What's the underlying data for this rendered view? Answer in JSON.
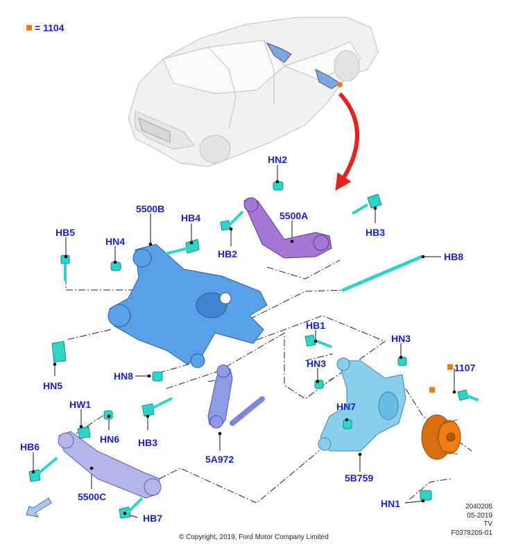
{
  "legend": {
    "text": "= 1104"
  },
  "labels": {
    "hn2": "HN2",
    "p5500b": "5500B",
    "hb4": "HB4",
    "p5500a": "5500A",
    "hb5": "HB5",
    "hn4": "HN4",
    "hb2": "HB2",
    "hb3_top": "HB3",
    "hb8": "HB8",
    "hb1": "HB1",
    "hn3_a": "HN3",
    "hn3_b": "HN3",
    "hn5": "HN5",
    "hn8": "HN8",
    "hw1": "HW1",
    "hn6": "HN6",
    "hb3_low": "HB3",
    "hb6": "HB6",
    "p5a972": "5A972",
    "p5500c": "5500C",
    "hb7": "HB7",
    "hn7": "HN7",
    "p1107": "1107",
    "p5b759": "5B759",
    "hn1": "HN1"
  },
  "footer": {
    "copyright": "© Copyright, 2019, Ford Motor Company Limited",
    "code1": "2040205",
    "code2": "05-2019",
    "code3": "TV",
    "code4": "F0378205-01"
  },
  "colors": {
    "label_blue": "#1b20c8",
    "subframe_blue": "#5aa0e6",
    "upper_arm_purple": "#a476d6",
    "knuckle_blue": "#88cfee",
    "link_blue": "#8f9be6",
    "lower_arm_lilac": "#b4b6ea",
    "fastener_cyan": "#2fd4c8",
    "hub_orange": "#ee7d13",
    "arrow_red": "#e52420"
  }
}
